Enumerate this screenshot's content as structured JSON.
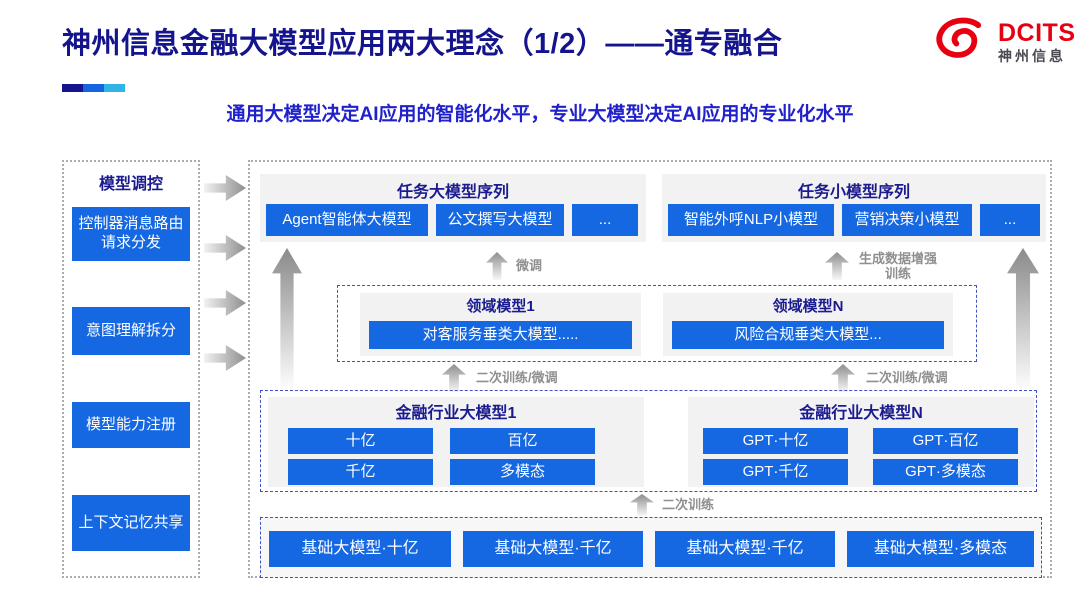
{
  "header": {
    "title": "神州信息金融大模型应用两大理念（1/2）——通专融合",
    "subtitle": "通用大模型决定AI应用的智能化水平，专业大模型决定AI应用的专业化水平",
    "logo": {
      "brand": "DCITS",
      "brand_cn": "神州信息",
      "swirl_color": "#E60012"
    },
    "accent_colors": {
      "c1": "#14148C",
      "c2": "#1565E0",
      "c3": "#30B4E6"
    }
  },
  "sidebar": {
    "title": "模型调控",
    "items": [
      "控制器消息路由请求分发",
      "意图理解拆分",
      "模型能力注册",
      "上下文记忆共享"
    ]
  },
  "diagram": {
    "task_large": {
      "title": "任务大模型序列",
      "items": [
        "Agent智能体大模型",
        "公文撰写大模型",
        "..."
      ]
    },
    "task_small": {
      "title": "任务小模型序列",
      "items": [
        "智能外呼NLP小模型",
        "营销决策小模型",
        "..."
      ]
    },
    "labels": {
      "finetune": "微调",
      "gen_data": "生成数据增强训练",
      "retrain_ft": "二次训练/微调",
      "retrain": "二次训练"
    },
    "domain": {
      "model1": {
        "title": "领域模型1",
        "item": "对客服务垂类大模型....."
      },
      "modelN": {
        "title": "领域模型N",
        "item": "风险合规垂类大模型..."
      }
    },
    "industry": {
      "model1": {
        "title": "金融行业大模型1",
        "items": [
          "十亿",
          "百亿",
          "千亿",
          "多模态"
        ]
      },
      "modelN": {
        "title": "金融行业大模型N",
        "items": [
          "GPT·十亿",
          "GPT·百亿",
          "GPT·千亿",
          "GPT·多模态"
        ]
      }
    },
    "base_models": [
      "基础大模型·十亿",
      "基础大模型·千亿",
      "基础大模型·千亿",
      "基础大模型·多模态"
    ]
  },
  "colors": {
    "button_blue": "#1568E2",
    "navy": "#14148C",
    "panel_gray": "#F2F2F2"
  }
}
